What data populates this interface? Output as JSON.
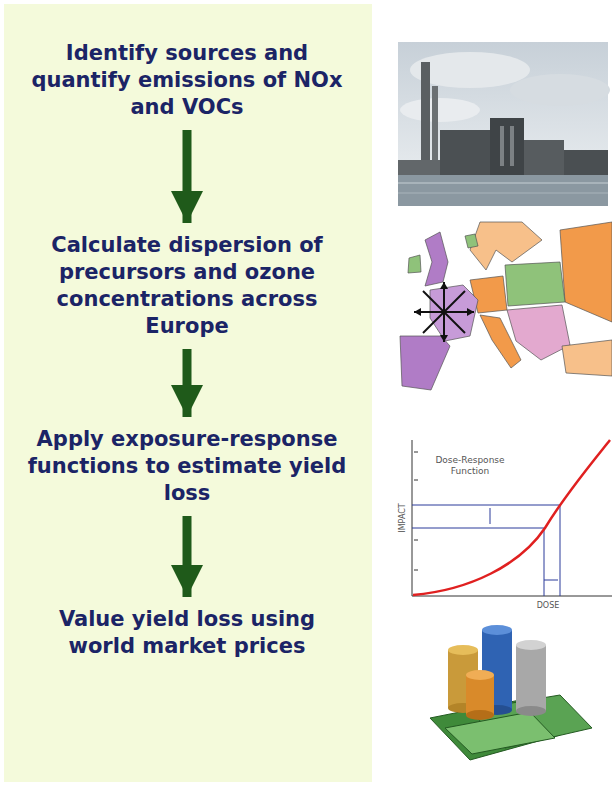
{
  "diagram": {
    "nodes": [
      {
        "text": [
          "Identify sources and quantify emissions of NOx and VOCs"
        ]
      },
      {
        "text": [
          "Calculate dispersion of precursors and ozone concentrations across Europe"
        ]
      },
      {
        "text": [
          "Apply exposure-response functions to estimate yield loss"
        ]
      },
      {
        "text": [
          "Value yield loss using world market prices"
        ]
      }
    ],
    "edges": [
      {
        "from": 0,
        "to": 1,
        "arrow": "to"
      },
      {
        "from": 1,
        "to": 2,
        "arrow": "to"
      },
      {
        "from": 2,
        "to": 3,
        "arrow": "to"
      }
    ],
    "labels": [
      "Dose-Response Function",
      "IMPACT",
      "DOSE"
    ]
  }
}
